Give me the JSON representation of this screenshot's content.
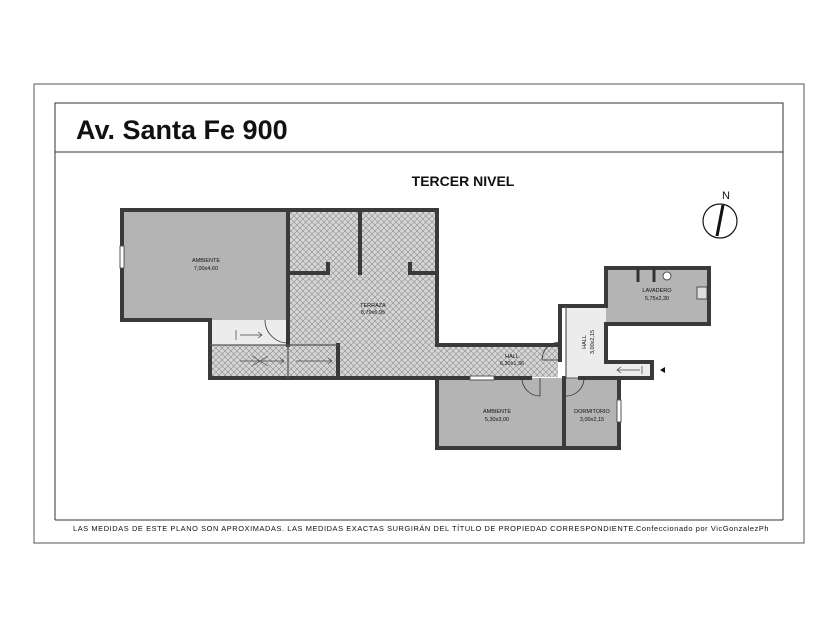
{
  "header": {
    "title": "Av. Santa Fe 900"
  },
  "plan": {
    "level_title": "TERCER NIVEL",
    "compass_label": "N",
    "rooms": [
      {
        "name": "AMBIENTE",
        "dims": "7,00x4,60"
      },
      {
        "name": "TERRAZA",
        "dims": "8,79x6,95"
      },
      {
        "name": "LAVADERO",
        "dims": "5,75x2,30"
      },
      {
        "name": "HALL",
        "dims": "3,00x2,15"
      },
      {
        "name": "HALL",
        "dims": "6,30x1,36"
      },
      {
        "name": "AMBIENTE",
        "dims": "5,30x3,00"
      },
      {
        "name": "DORMITORIO",
        "dims": "3,00x2,15"
      }
    ]
  },
  "footer": {
    "disclaimer": "LAS MEDIDAS DE ESTE PLANO SON APROXIMADAS. LAS MEDIDAS EXACTAS SURGIRÁN DEL TÍTULO DE PROPIEDAD CORRESPONDIENTE.",
    "credit": "Confeccionado por VicGonzalezPh"
  }
}
